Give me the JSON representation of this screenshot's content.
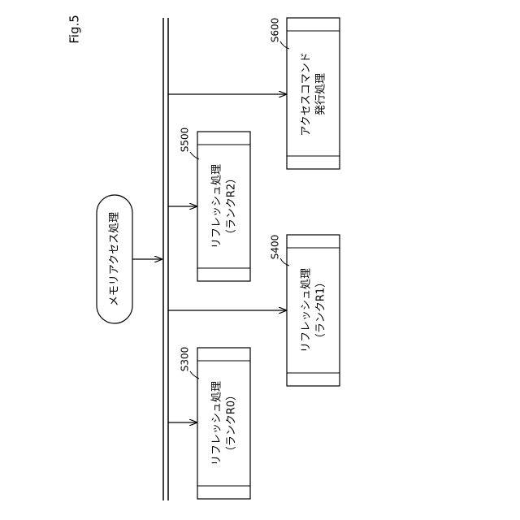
{
  "figure": {
    "label": "Fig.5"
  },
  "start": {
    "label": "メモリアクセス処理"
  },
  "processes": [
    {
      "id": "S300",
      "lines": [
        "リフレッシュ処理",
        "（ランクR0）"
      ]
    },
    {
      "id": "S400",
      "lines": [
        "リフレッシュ処理",
        "（ランクR1）"
      ]
    },
    {
      "id": "S500",
      "lines": [
        "リフレッシュ処理",
        "（ランクR2）"
      ]
    },
    {
      "id": "S600",
      "lines": [
        "アクセスコマンド",
        "発行処理"
      ]
    }
  ],
  "colors": {
    "line": "#000000",
    "box_fill": "#ffffff"
  }
}
